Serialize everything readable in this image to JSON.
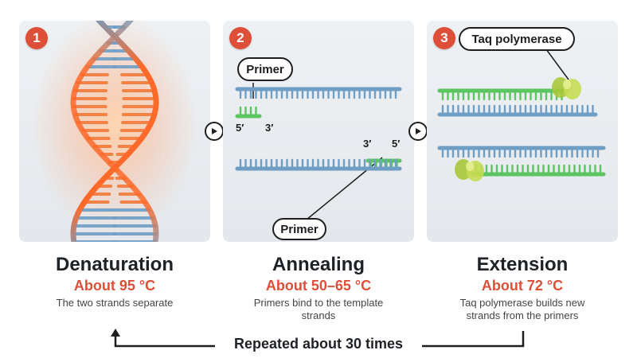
{
  "steps": [
    {
      "number": "1",
      "title": "Denaturation",
      "temperature": "About 95 °C",
      "description": "The two strands separate"
    },
    {
      "number": "2",
      "title": "Annealing",
      "temperature": "About 50–65 °C",
      "description": "Primers bind to the template strands"
    },
    {
      "number": "3",
      "title": "Extension",
      "temperature": "About 72 °C",
      "description": "Taq polymerase builds new strands from the primers"
    }
  ],
  "annealing": {
    "primer_label_top": "Primer",
    "primer_label_bottom": "Primer",
    "top_primer_end_left": "5′",
    "top_primer_end_right": "3′",
    "bottom_primer_end_left": "3′",
    "bottom_primer_end_right": "5′"
  },
  "extension": {
    "enzyme_label": "Taq polymerase"
  },
  "cycle_label": "Repeated about 30 times",
  "colors": {
    "accent": "#de4f39",
    "template_strand": "#6f9ec5",
    "primer_strand": "#5cc461",
    "polymerase": "#a8c83a",
    "heat_glow": "#ff6a2a"
  }
}
